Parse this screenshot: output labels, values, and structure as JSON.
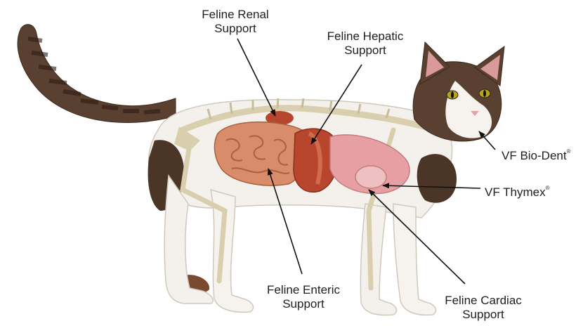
{
  "labels": {
    "renal": {
      "line1": "Feline Renal",
      "line2": "Support"
    },
    "hepatic": {
      "line1": "Feline Hepatic",
      "line2": "Support"
    },
    "enteric": {
      "line1": "Feline Enteric",
      "line2": "Support"
    },
    "cardiac": {
      "line1": "Feline Cardiac",
      "line2": "Support"
    },
    "biodent": {
      "text": "VF Bio-Dent",
      "mark": "®"
    },
    "thymex": {
      "text": "VF Thymex",
      "mark": "®"
    }
  },
  "colors": {
    "fur_white": "#f4f1ec",
    "fur_brown": "#4a3526",
    "bone": "#d9cfae",
    "intestine": "#d98c6a",
    "liver": "#b8462e",
    "heart": "#e6a0a4",
    "leader_line": "#111111"
  }
}
